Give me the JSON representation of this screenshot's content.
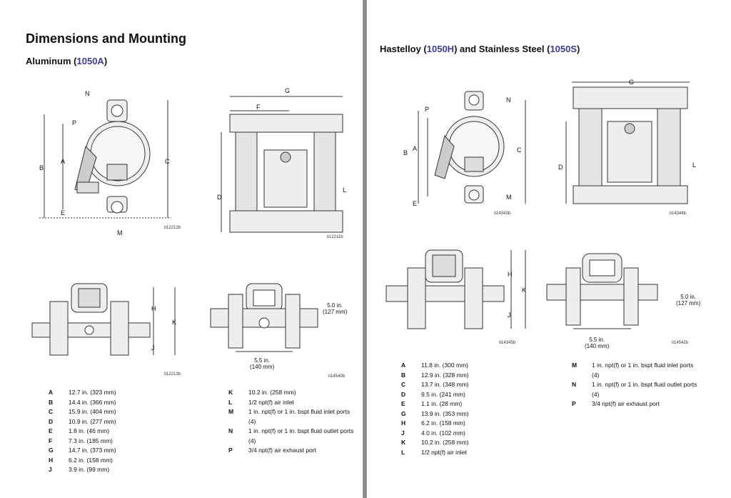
{
  "left_page": {
    "title": "Dimensions and Mounting",
    "subtitle_prefix": "Aluminum (",
    "subtitle_model": "1050A",
    "subtitle_suffix": ")",
    "figures": {
      "fig1": {
        "id": "ti12212b",
        "labels": [
          "N",
          "P",
          "A",
          "B",
          "C",
          "E",
          "M"
        ]
      },
      "fig2": {
        "id": "ti12211b",
        "labels": [
          "G",
          "F",
          "D",
          "L"
        ]
      },
      "fig3": {
        "id": "ti12213b",
        "labels": [
          "H",
          "K",
          "J"
        ]
      },
      "fig4": {
        "id": "ti14540b",
        "dim_v_in": "5.0 in.",
        "dim_v_mm": "(127 mm)",
        "dim_h_in": "5.5 in.",
        "dim_h_mm": "(140 mm)"
      }
    },
    "legend_col1": [
      {
        "k": "A",
        "v": "12.7 in. (323 mm)"
      },
      {
        "k": "B",
        "v": "14.4 in. (366 mm)"
      },
      {
        "k": "C",
        "v": "15.9 in. (404 mm)"
      },
      {
        "k": "D",
        "v": "10.9 in. (277 mm)"
      },
      {
        "k": "E",
        "v": "1.8 in. (46 mm)"
      },
      {
        "k": "F",
        "v": "7.3 in. (185 mm)"
      },
      {
        "k": "G",
        "v": "14.7 in. (373 mm)"
      },
      {
        "k": "H",
        "v": "6.2 in. (158 mm)"
      },
      {
        "k": "J",
        "v": "3.9 in. (99 mm)"
      }
    ],
    "legend_col2": [
      {
        "k": "K",
        "v": "10.2 in. (258 mm)"
      },
      {
        "k": "L",
        "v": "1/2 npt(f) air inlet"
      },
      {
        "k": "M",
        "v": "1 in. npt(f) or 1 in. bspt fluid inlet ports (4)"
      },
      {
        "k": "N",
        "v": "1 in. npt(f) or 1 in. bspt fluid outlet ports (4)"
      },
      {
        "k": "P",
        "v": "3/4 npt(f) air exhaust port"
      }
    ]
  },
  "right_page": {
    "subtitle_a": "Hastelloy (",
    "model_h": "1050H",
    "subtitle_b": ") and Stainless Steel (",
    "model_s": "1050S",
    "subtitle_c": ")",
    "figures": {
      "fig5": {
        "id": "ti14343b",
        "labels": [
          "N",
          "P",
          "A",
          "B",
          "C",
          "M",
          "E"
        ]
      },
      "fig6": {
        "id": "ti14344b",
        "labels": [
          "G",
          "D",
          "L"
        ]
      },
      "fig7": {
        "id": "ti14345b",
        "labels": [
          "H",
          "K",
          "J"
        ]
      },
      "fig8": {
        "id": "ti14542b",
        "dim_v_in": "5.0 in.",
        "dim_v_mm": "(127 mm)",
        "dim_h_in": "5.5 in.",
        "dim_h_mm": "(140 mm)"
      }
    },
    "legend_col1": [
      {
        "k": "A",
        "v": "11.8 in. (300 mm)"
      },
      {
        "k": "B",
        "v": "12.9 in. (328 mm)"
      },
      {
        "k": "C",
        "v": "13.7 in. (348 mm)"
      },
      {
        "k": "D",
        "v": "9.5 in. (241 mm)"
      },
      {
        "k": "E",
        "v": "1.1 in. (28 mm)"
      },
      {
        "k": "G",
        "v": "13.9 in. (353 mm)"
      },
      {
        "k": "H",
        "v": "6.2 in. (158 mm)"
      },
      {
        "k": "J",
        "v": "4.0 in. (102 mm)"
      },
      {
        "k": "K",
        "v": "10.2 in. (258 mm)"
      },
      {
        "k": "L",
        "v": "1/2 npt(f) air inlet"
      }
    ],
    "legend_col2": [
      {
        "k": "M",
        "v": "1 in. npt(f) or 1 in. bspt fluid inlet ports (4)"
      },
      {
        "k": "N",
        "v": "1 in. npt(f) or 1 in. bspt fluid outlet ports (4)"
      },
      {
        "k": "P",
        "v": "3/4 npt(f) air exhaust port"
      }
    ]
  }
}
